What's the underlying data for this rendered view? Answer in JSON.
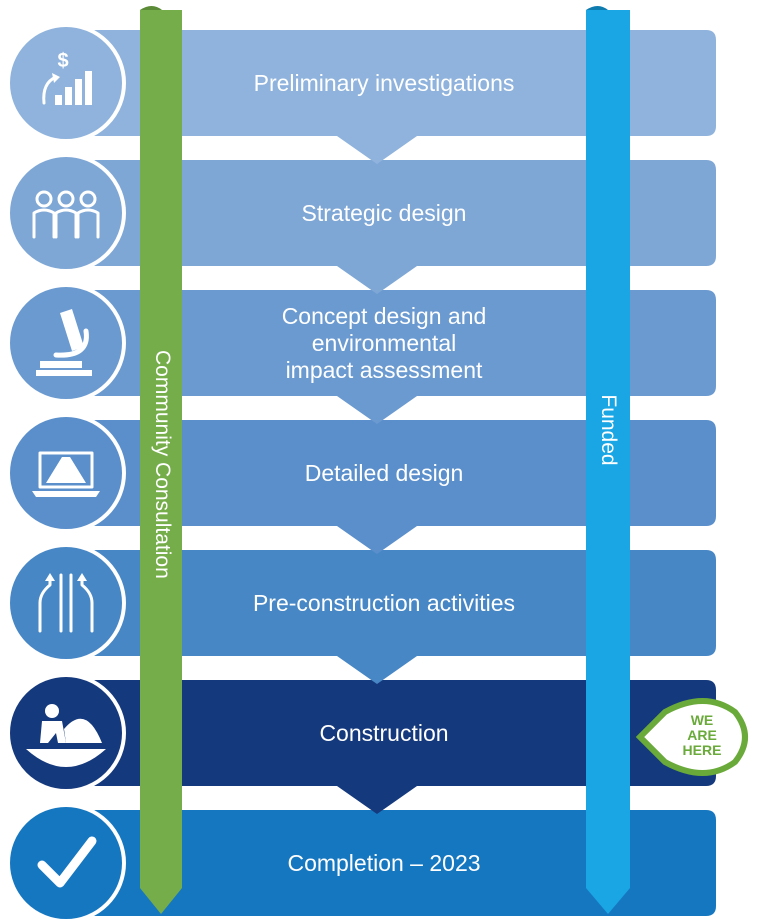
{
  "stages": [
    {
      "label": "Preliminary investigations",
      "icon": "funding-growth-icon",
      "color": "#8fb3dc"
    },
    {
      "label": "Strategic design",
      "icon": "people-group-icon",
      "color": "#7ea7d6"
    },
    {
      "label": "Concept design and\nenvironmental\nimpact assessment",
      "icon": "microscope-icon",
      "color": "#6b9ad0"
    },
    {
      "label": "Detailed design",
      "icon": "laptop-road-icon",
      "color": "#5a8fcb"
    },
    {
      "label": "Pre-construction activities",
      "icon": "road-lanes-icon",
      "color": "#4787c6"
    },
    {
      "label": "Construction",
      "icon": "road-worker-icon",
      "color": "#15397d"
    },
    {
      "label": "Completion – 2023",
      "icon": "checkmark-icon",
      "color": "#1677c1"
    }
  ],
  "bands": {
    "community": {
      "label": "Community Consultation",
      "color": "#75ad4a"
    },
    "funded": {
      "label": "Funded",
      "color": "#1aa6e4"
    }
  },
  "current_stage_badge": {
    "lines": [
      "WE",
      "ARE",
      "HERE"
    ],
    "stage_index": 5,
    "color": "#6aaa3a"
  }
}
